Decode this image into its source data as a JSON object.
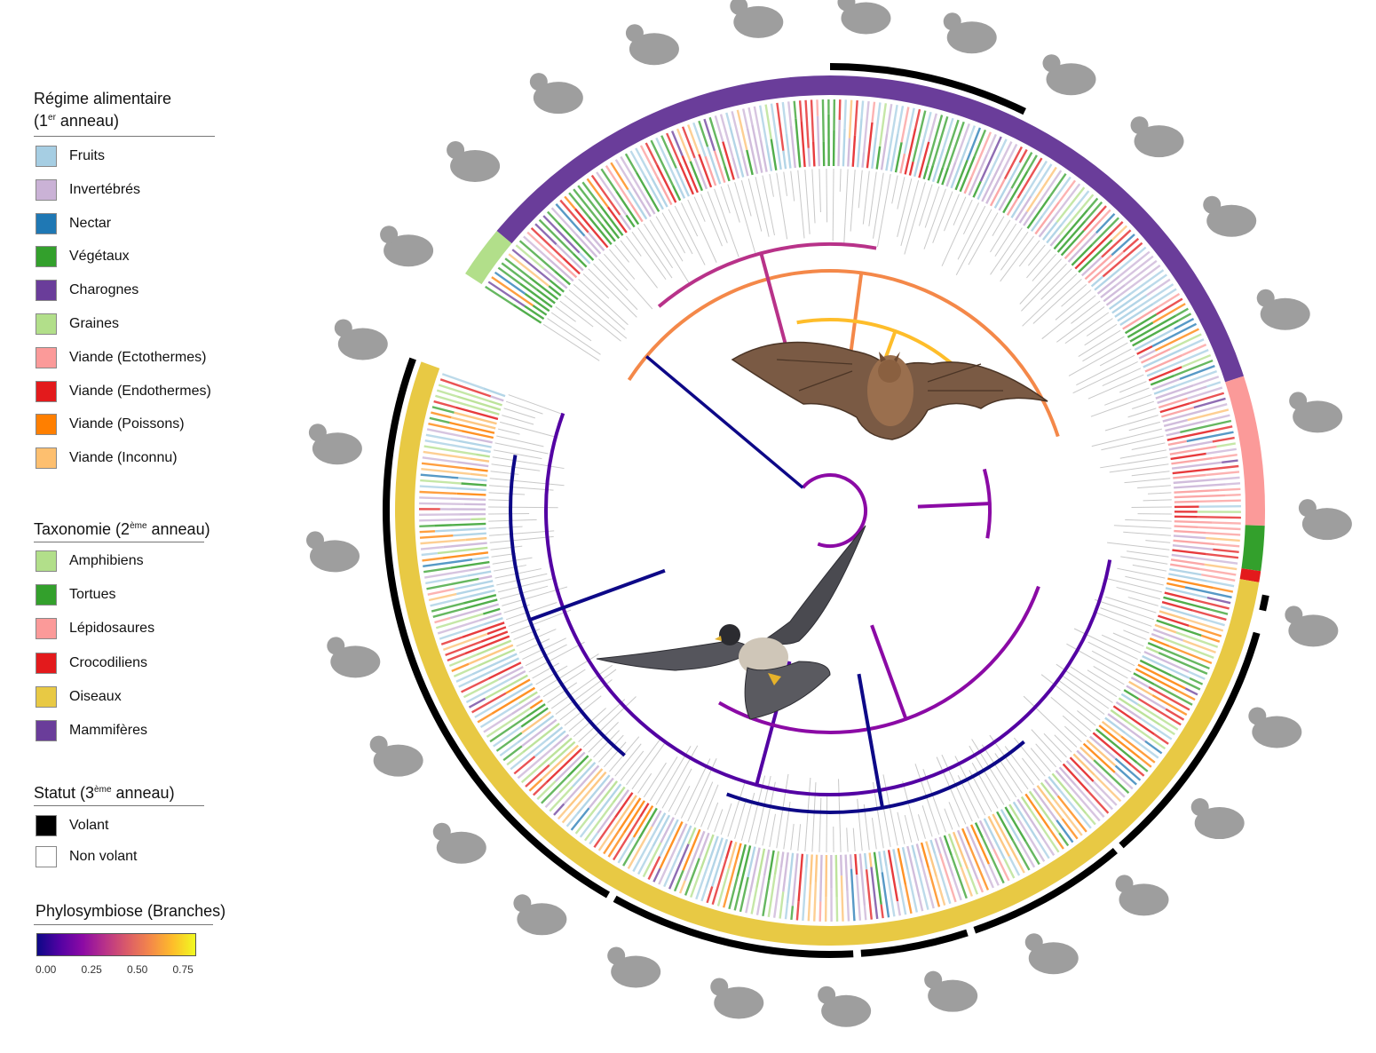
{
  "legend": {
    "diet": {
      "title": "Régime alimentaire",
      "subtitle_pre": "(1",
      "subtitle_sup": "er",
      "subtitle_post": " anneau)",
      "items": [
        {
          "label": "Fruits",
          "color": "#a6cee3"
        },
        {
          "label": "Invertébrés",
          "color": "#cab2d6"
        },
        {
          "label": "Nectar",
          "color": "#1f78b4"
        },
        {
          "label": "Végétaux",
          "color": "#33a02c"
        },
        {
          "label": "Charognes",
          "color": "#6a3d9a"
        },
        {
          "label": "Graines",
          "color": "#b2df8a"
        },
        {
          "label": "Viande (Ectothermes)",
          "color": "#fb9a99"
        },
        {
          "label": "Viande (Endothermes)",
          "color": "#e31a1c"
        },
        {
          "label": "Viande (Poissons)",
          "color": "#ff7f00"
        },
        {
          "label": "Viande (Inconnu)",
          "color": "#fdbf6f"
        }
      ]
    },
    "taxonomy": {
      "title_pre": "Taxonomie (2",
      "title_sup": "ème",
      "title_post": " anneau)",
      "items": [
        {
          "label": "Amphibiens",
          "color": "#b2df8a"
        },
        {
          "label": "Tortues",
          "color": "#33a02c"
        },
        {
          "label": "Lépidosaures",
          "color": "#fb9a99"
        },
        {
          "label": "Crocodiliens",
          "color": "#e31a1c"
        },
        {
          "label": "Oiseaux",
          "color": "#e8c944"
        },
        {
          "label": "Mammifères",
          "color": "#6a3d9a"
        }
      ]
    },
    "status": {
      "title_pre": "Statut (3",
      "title_sup": "ème",
      "title_post": " anneau)",
      "items": [
        {
          "label": "Volant",
          "color": "#000000"
        },
        {
          "label": "Non volant",
          "color": "#ffffff"
        }
      ]
    },
    "phylosymbiosis": {
      "title": "Phylosymbiose (Branches)",
      "ticks": [
        "0.00",
        "0.25",
        "0.50",
        "0.75"
      ],
      "colormap": [
        "#0d0887",
        "#5302a3",
        "#8b0aa5",
        "#b83289",
        "#db5c68",
        "#f48849",
        "#febd2a",
        "#f0f921"
      ]
    }
  },
  "figure": {
    "taxonomy_ring": [
      {
        "group": "Amphibiens",
        "start": -57,
        "end": -50
      },
      {
        "group": "Mammifères",
        "start": -50,
        "end": 72
      },
      {
        "group": "Lépidosaures",
        "start": 72,
        "end": 92
      },
      {
        "group": "Tortues",
        "start": 92,
        "end": 98
      },
      {
        "group": "Crocodiliens",
        "start": 98,
        "end": 99.5
      },
      {
        "group": "Oiseaux",
        "start": 99.5,
        "end": 290
      }
    ],
    "flight_ring": [
      {
        "status": "Volant",
        "start": 0,
        "end": 26
      },
      {
        "status": "Volant",
        "start": 101,
        "end": 103
      },
      {
        "status": "Volant",
        "start": 106,
        "end": 139
      },
      {
        "status": "Volant",
        "start": 140,
        "end": 161
      },
      {
        "status": "Volant",
        "start": 162,
        "end": 176
      },
      {
        "status": "Volant",
        "start": 177,
        "end": 209
      },
      {
        "status": "Volant",
        "start": 210,
        "end": 290
      }
    ],
    "animal_icons": [
      "frog-icon",
      "kangaroo-icon",
      "armadillo-icon",
      "rat-icon",
      "lemur-icon",
      "monkey-icon",
      "gorilla-icon",
      "bat-icon",
      "whale-icon",
      "antelope-icon",
      "horse-icon",
      "leopard-icon",
      "bear-icon",
      "lizard-icon",
      "tortoise-icon",
      "emu-icon",
      "goose-icon",
      "bird-icon",
      "pigeon-icon",
      "raptor-icon",
      "cormorant-icon",
      "penguin-icon",
      "gull-icon",
      "auk-icon",
      "parrot-icon",
      "perching-bird-icon",
      "crow-icon",
      "songbird-icon",
      "finch-icon"
    ],
    "photos": [
      "bat-photo",
      "falcon-photo"
    ]
  }
}
